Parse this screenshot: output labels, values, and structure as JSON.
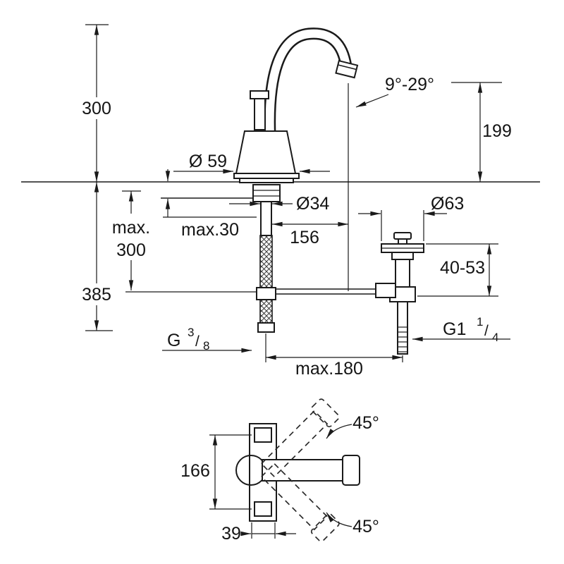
{
  "front": {
    "overall_height": "300",
    "spout_angle": "9°-29°",
    "spout_height": "199",
    "base_dia": "Ø 59",
    "shank_dia": "Ø34",
    "hose_max_l1": "max.",
    "hose_max_l2": "300",
    "deck_max": "max.30",
    "reach": "156",
    "waste_dia": "Ø63",
    "waste_range": "40-53",
    "depth_total": "385",
    "rod_max": "max.180",
    "supply_thread": {
      "prefix": "G",
      "num": "3",
      "slash": "/",
      "den": "8"
    },
    "waste_thread": {
      "prefix": "G1",
      "num": "1",
      "slash": "/",
      "den": "4"
    }
  },
  "plan": {
    "height": "166",
    "angle_up": "45°",
    "angle_down": "45°",
    "width": "39"
  }
}
